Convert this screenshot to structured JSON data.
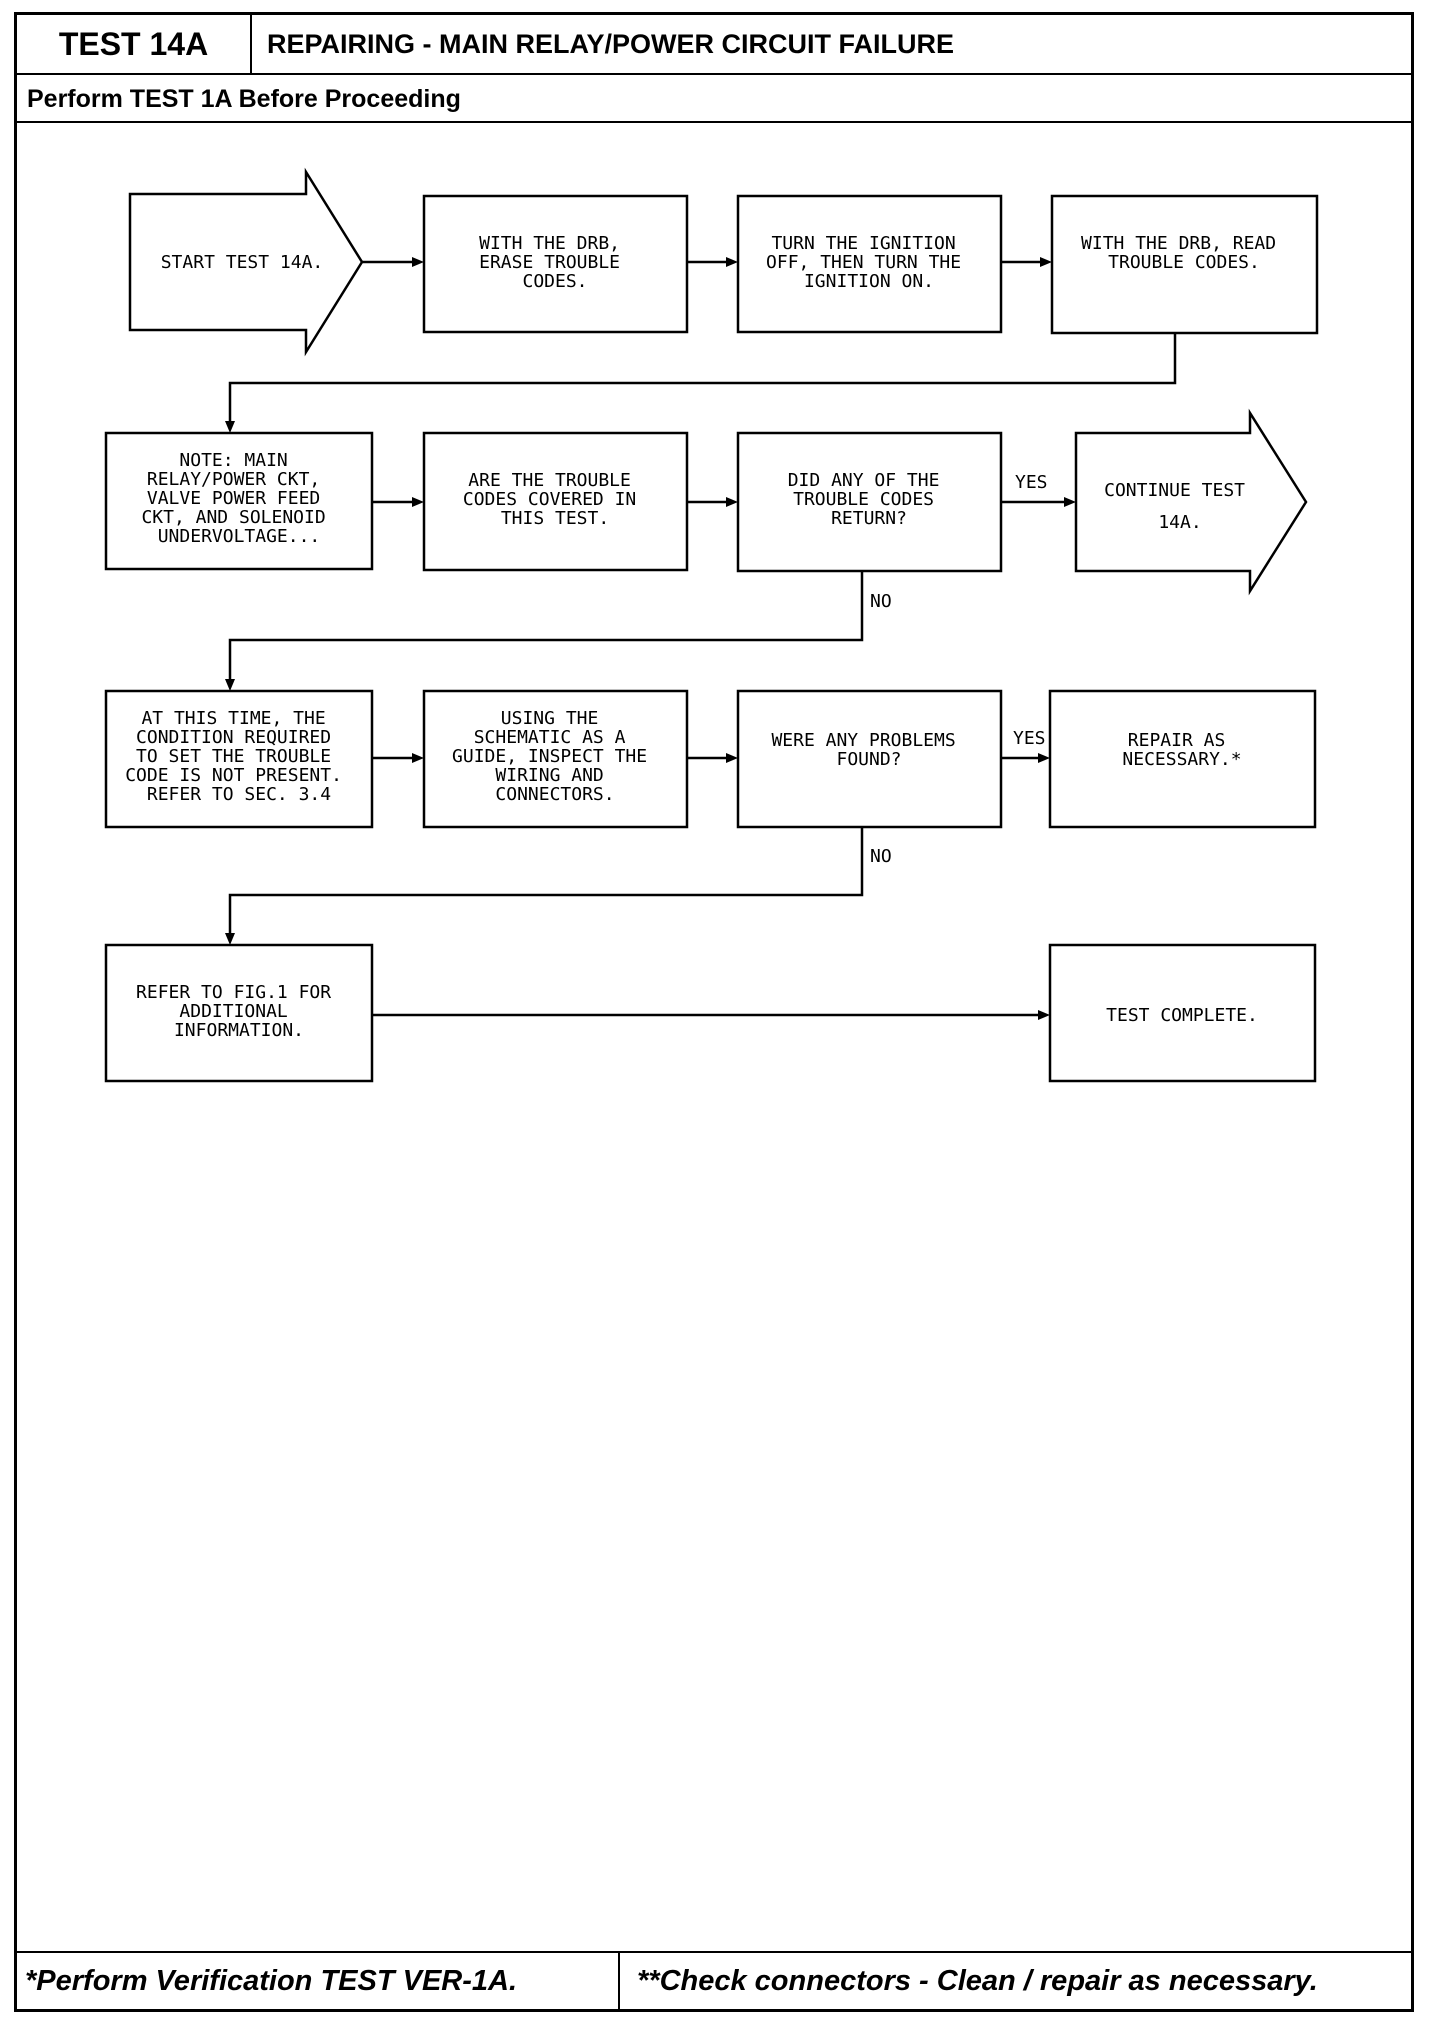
{
  "header": {
    "test_id": "TEST 14A",
    "title": "REPAIRING - MAIN RELAY/POWER CIRCUIT FAILURE",
    "prerequisite": "Perform TEST 1A Before Proceeding"
  },
  "flowchart": {
    "start": [
      "START TEST 14A."
    ],
    "erase_codes": [
      "WITH THE DRB,",
      "ERASE TROUBLE",
      "CODES."
    ],
    "ignition_cycle": [
      "TURN THE IGNITION",
      "OFF, THEN TURN THE",
      "IGNITION ON."
    ],
    "read_codes": [
      "WITH THE DRB, READ",
      "TROUBLE CODES."
    ],
    "note": [
      "NOTE: MAIN",
      "RELAY/POWER CKT,",
      "VALVE POWER FEED",
      "CKT, AND SOLENOID",
      "UNDERVOLTAGE..."
    ],
    "covered_question": [
      "ARE THE TROUBLE",
      "CODES COVERED IN",
      "THIS TEST."
    ],
    "return_question": [
      "DID ANY OF THE",
      "TROUBLE CODES",
      "RETURN?"
    ],
    "continue": [
      "CONTINUE TEST",
      "14A."
    ],
    "condition_not_present": [
      "AT THIS TIME, THE",
      "CONDITION REQUIRED",
      "TO SET THE TROUBLE",
      "CODE IS NOT PRESENT.",
      "REFER TO SEC. 3.4"
    ],
    "inspect_wiring": [
      "USING THE",
      "SCHEMATIC AS A",
      "GUIDE, INSPECT THE",
      "WIRING AND",
      "CONNECTORS."
    ],
    "problems_question": [
      "WERE ANY PROBLEMS",
      "FOUND?"
    ],
    "repair": [
      "REPAIR AS",
      "NECESSARY.*"
    ],
    "refer_fig": [
      "REFER TO FIG.1 FOR",
      "ADDITIONAL",
      "INFORMATION."
    ],
    "complete": [
      "TEST COMPLETE."
    ],
    "labels": {
      "yes_return": "YES",
      "no_return": "NO",
      "yes_problems": "YES",
      "no_problems": "NO"
    }
  },
  "footer": {
    "left": "*Perform Verification TEST VER-1A.",
    "right": "**Check connectors - Clean / repair as necessary."
  }
}
